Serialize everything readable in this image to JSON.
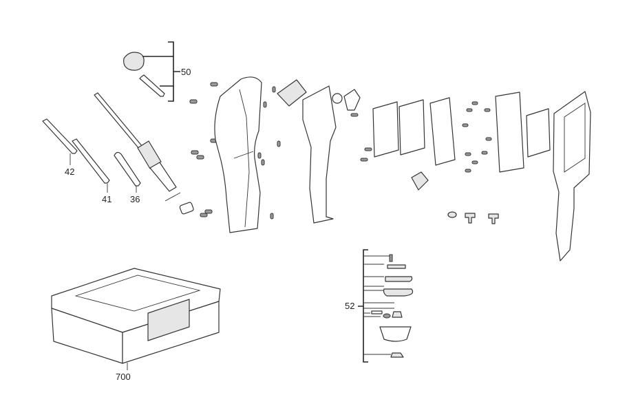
{
  "diagram": {
    "type": "exploded parts diagram",
    "labels": {
      "p50": "50",
      "p42": "42",
      "p41": "41",
      "p36": "36",
      "p52": "52",
      "p700": "700"
    },
    "colors": {
      "line": "#333333",
      "background": "#ffffff"
    }
  }
}
